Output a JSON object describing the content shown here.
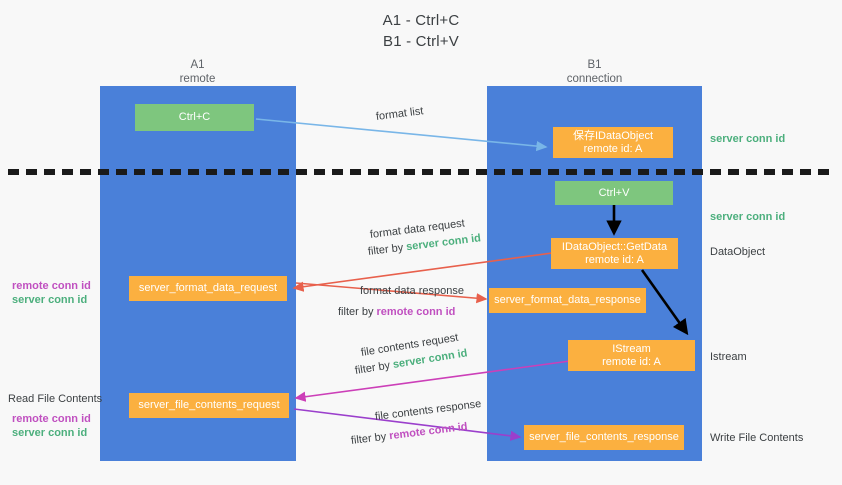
{
  "title": {
    "line1": "A1 - Ctrl+C",
    "line2": "B1 - Ctrl+V"
  },
  "lanes": [
    {
      "name": "A1",
      "sub": "remote"
    },
    {
      "name": "B1",
      "sub": "connection"
    }
  ],
  "nodes": {
    "ctrl_c": {
      "line1": "Ctrl+C"
    },
    "save_idataobject": {
      "line1": "保存IDataObject",
      "line2": "remote id: A"
    },
    "ctrl_v": {
      "line1": "Ctrl+V"
    },
    "getdata": {
      "line1": "IDataObject::GetData",
      "line2": "remote id: A"
    },
    "istream": {
      "line1": "IStream",
      "line2": "remote id: A"
    },
    "format_data_request": {
      "line1": "server_format_data_request"
    },
    "format_data_response": {
      "line1": "server_format_data_response"
    },
    "file_contents_request": {
      "line1": "server_file_contents_request"
    },
    "file_contents_response": {
      "line1": "server_file_contents_response"
    }
  },
  "edges": {
    "format_list": "format list",
    "fdreq_l1": "format data request",
    "fdreq_filter_pre": "filter by ",
    "fdreq_filter_id": "server conn id",
    "fdres_l1": "format data response",
    "fdres_filter_pre": "filter by ",
    "fdres_filter_id": "remote conn id",
    "fcreq_l1": "file contents request",
    "fcreq_filter_pre": "filter by ",
    "fcreq_filter_id": "server conn id",
    "fcres_l1": "file contents response",
    "fcres_filter_pre": "filter by ",
    "fcres_filter_id": "remote conn id"
  },
  "right_labels": {
    "server_conn_id_1": "server conn id",
    "server_conn_id_2": "server conn id",
    "dataobject": "DataObject",
    "istream": "Istream",
    "write_file_contents": "Write File Contents"
  },
  "left_labels": {
    "remote_conn_id_1": "remote conn id",
    "server_conn_id_1": "server conn id",
    "read_file_contents": "Read File Contents",
    "remote_conn_id_2": "remote conn id",
    "server_conn_id_2": "server conn id"
  },
  "colors": {
    "lane": "#4a80d9",
    "green_node": "#7ec67e",
    "orange_node": "#fbb040",
    "green_text": "#4caf7d",
    "purple_text": "#c050c0",
    "red_arrow": "#e8604c",
    "magenta_arrow": "#cc3fb8",
    "blue_arrow": "#79b6e8",
    "black_arrow": "#000000",
    "background": "#f8f8f8"
  }
}
